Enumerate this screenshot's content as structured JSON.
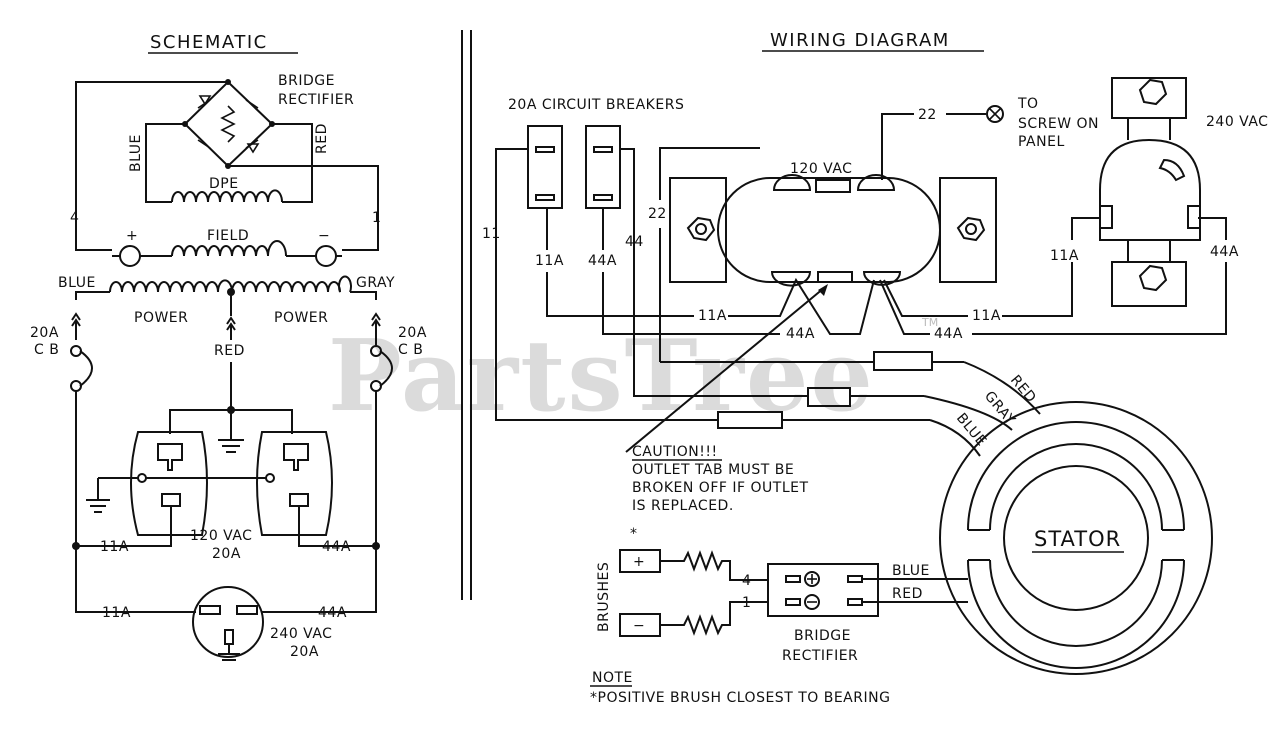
{
  "schematic": {
    "title": "SCHEMATIC",
    "bridge_label_1": "BRIDGE",
    "bridge_label_2": "RECTIFIER",
    "blue": "BLUE",
    "red": "RED",
    "dpe": "DPE",
    "wire_4": "4",
    "wire_1": "1",
    "field": "FIELD",
    "plus": "+",
    "minus": "−",
    "blue_power": "BLUE",
    "gray_power": "GRAY",
    "power_left": "POWER",
    "power_right": "POWER",
    "cb_left_1": "20A",
    "cb_left_2": "C B",
    "cb_right_1": "20A",
    "cb_right_2": "C B",
    "red_center": "RED",
    "lbl_11a_a": "11A",
    "lbl_44a_a": "44A",
    "vac120": "120 VAC",
    "amp20_a": "20A",
    "lbl_11a_b": "11A",
    "lbl_44a_b": "44A",
    "vac240": "240 VAC",
    "amp20_b": "20A"
  },
  "wiring": {
    "title": "WIRING DIAGRAM",
    "breakers": "20A CIRCUIT BREAKERS",
    "w22_top": "22",
    "screw_1": "TO",
    "screw_2": "SCREW ON",
    "screw_3": "PANEL",
    "vac240": "240 VAC",
    "vac120": "120 VAC",
    "w22_left": "22",
    "w11": "11",
    "w44": "44",
    "b11a": "11A",
    "b44a": "44A",
    "r11a": "11A",
    "r44a": "44A",
    "m11a_left": "11A",
    "m11a_right": "11A",
    "m44a_left": "44A",
    "m44a_right": "44A",
    "red": "RED",
    "gray": "GRAY",
    "blue": "BLUE",
    "caution": "CAUTION!!!",
    "caution_1": "OUTLET TAB MUST BE",
    "caution_2": "BROKEN OFF IF OUTLET",
    "caution_3": "IS REPLACED.",
    "stator": "STATOR",
    "asterisk": "*",
    "brushes": "BRUSHES",
    "plus": "+",
    "minus": "−",
    "w4": "4",
    "w1": "1",
    "blue2": "BLUE",
    "red2": "RED",
    "bridge_1": "BRIDGE",
    "bridge_2": "RECTIFIER",
    "note": "NOTE",
    "note_text": "*POSITIVE BRUSH CLOSEST TO BEARING"
  },
  "watermark": "PartsTree",
  "trademark": "TM"
}
